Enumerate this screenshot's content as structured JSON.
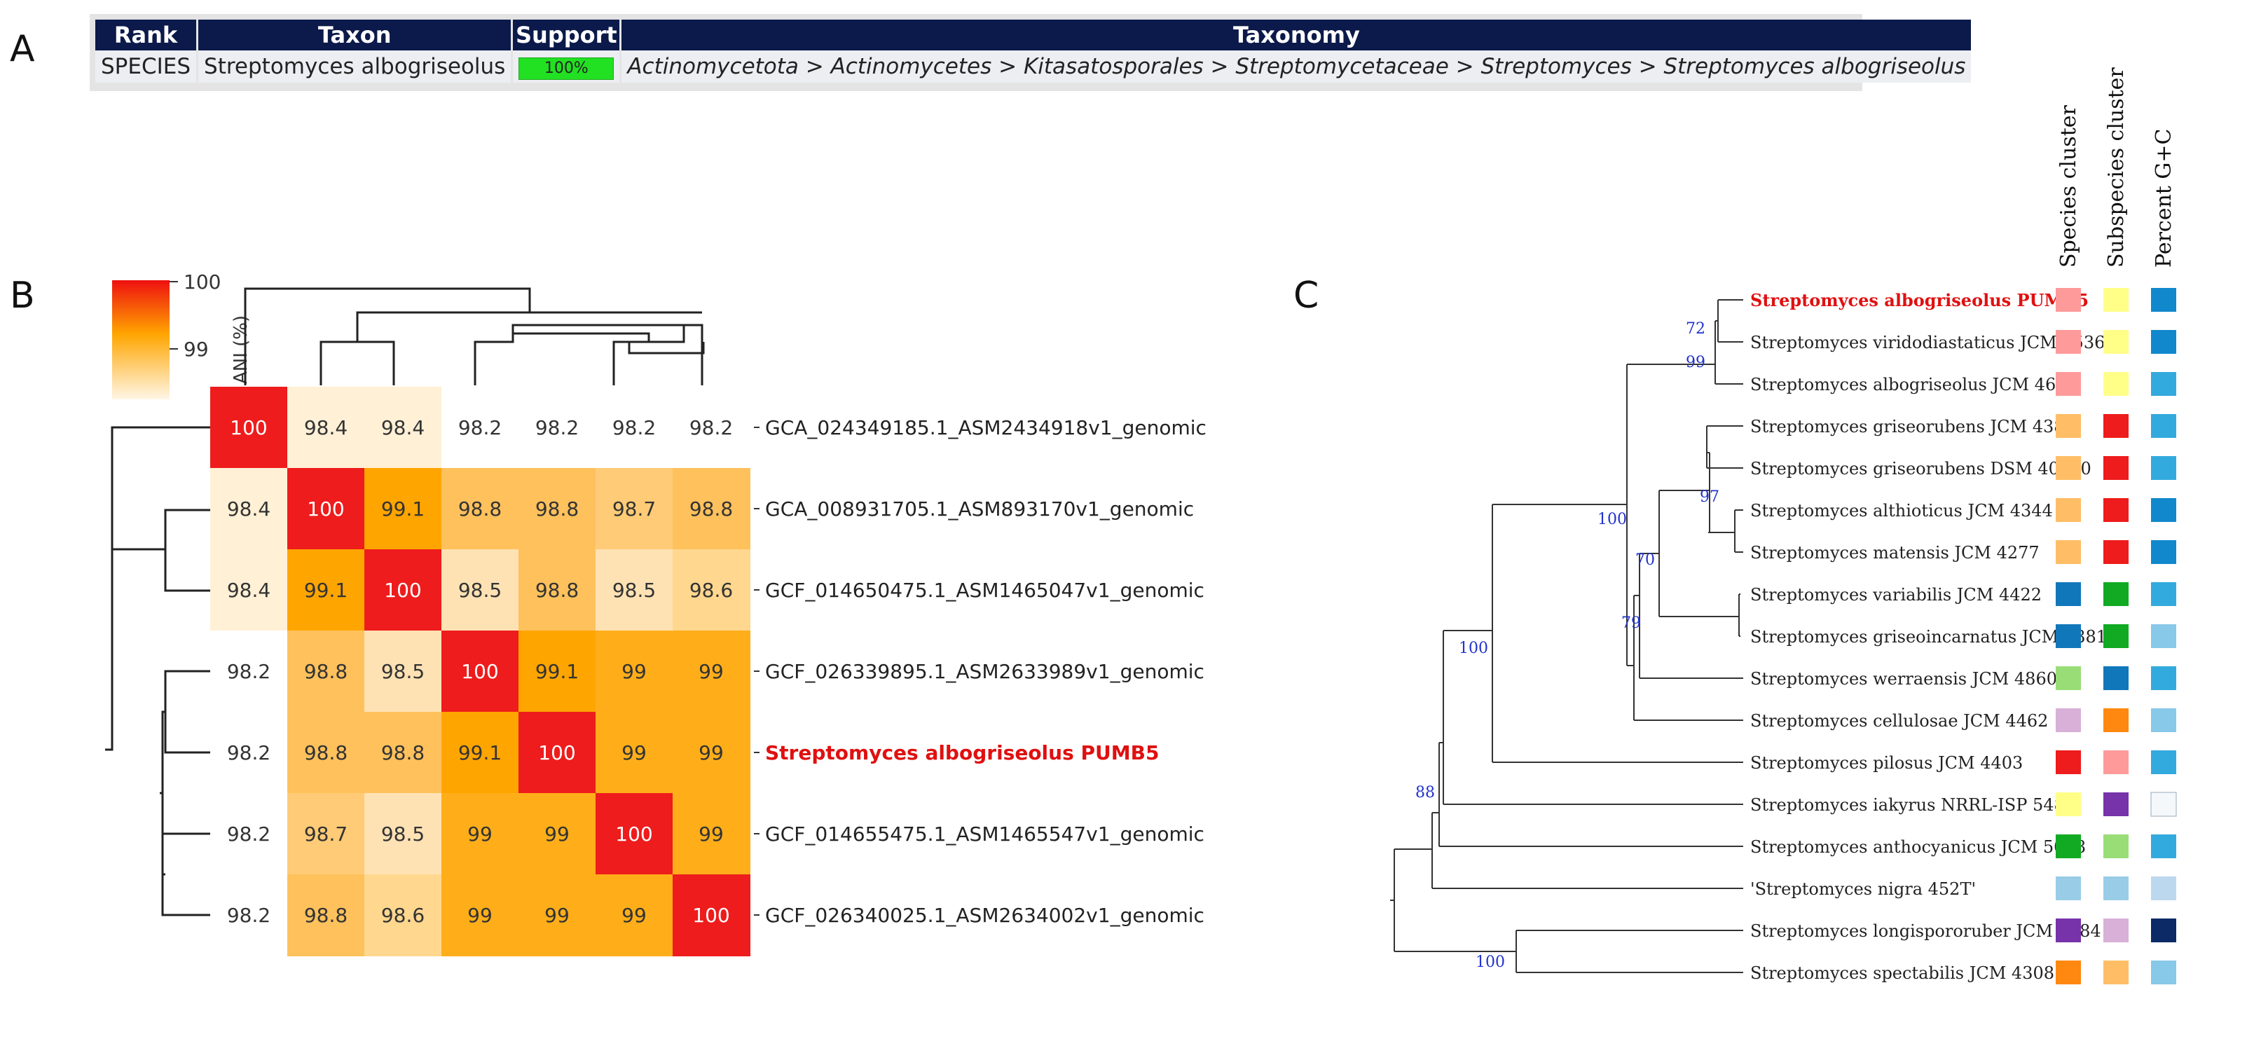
{
  "panels": {
    "a": "A",
    "b": "B",
    "c": "C"
  },
  "taxonomy_table": {
    "headers": [
      "Rank",
      "Taxon",
      "Support",
      "Taxonomy"
    ],
    "row": {
      "rank": "SPECIES",
      "taxon": "Streptomyces albogriseolus",
      "support": "100%",
      "taxonomy": "Actinomycetota > Actinomycetes > Kitasatosporales > Streptomycetaceae > Streptomyces > Streptomyces albogriseolus"
    }
  },
  "heatmap": {
    "colorbar": {
      "label": "ANI (%)",
      "ticks": [
        "100",
        "99"
      ]
    },
    "labels": [
      "GCA_024349185.1_ASM2434918v1_genomic",
      "GCA_008931705.1_ASM893170v1_genomic",
      "GCF_014650475.1_ASM1465047v1_genomic",
      "GCF_026339895.1_ASM2633989v1_genomic",
      "Streptomyces albogriseolus PUMB5",
      "GCF_014655475.1_ASM1465547v1_genomic",
      "GCF_026340025.1_ASM2634002v1_genomic"
    ],
    "highlight_index": 4,
    "matrix": [
      [
        "100",
        "98.4",
        "98.4",
        "98.2",
        "98.2",
        "98.2",
        "98.2"
      ],
      [
        "98.4",
        "100",
        "99.1",
        "98.8",
        "98.8",
        "98.7",
        "98.8"
      ],
      [
        "98.4",
        "99.1",
        "100",
        "98.5",
        "98.8",
        "98.5",
        "98.6"
      ],
      [
        "98.2",
        "98.8",
        "98.5",
        "100",
        "99.1",
        "99",
        "99"
      ],
      [
        "98.2",
        "98.8",
        "98.8",
        "99.1",
        "100",
        "99",
        "99"
      ],
      [
        "98.2",
        "98.7",
        "98.5",
        "99",
        "99",
        "100",
        "99"
      ],
      [
        "98.2",
        "98.8",
        "98.6",
        "99",
        "99",
        "99",
        "100"
      ]
    ],
    "colors": {
      "c100": "#ee1c1c",
      "c99_1": "#ffa500",
      "c99": "#ffae1a",
      "c98_8": "#ffc15c",
      "c98_7": "#ffcb76",
      "c98_6": "#ffd78f",
      "c98_5": "#ffe2b4",
      "c98_4": "#fff0d6"
    }
  },
  "tree": {
    "column_headers": [
      "Species cluster",
      "Subspecies cluster",
      "Percent G+C"
    ],
    "highlight_color": "#e01010",
    "bootstrap_color": "#2233cc",
    "bootstraps": [
      "72",
      "99",
      "100",
      "97",
      "70",
      "79",
      "100",
      "88",
      "100"
    ],
    "leaves": [
      {
        "name": "Streptomyces albogriseolus PUMB5",
        "highlight": true,
        "colors": [
          "#ff9a9a",
          "#ffff88",
          "#1188cc"
        ]
      },
      {
        "name": "Streptomyces viridodiastaticus JCM 4536",
        "colors": [
          "#ff9a9a",
          "#ffff88",
          "#1188cc"
        ]
      },
      {
        "name": "Streptomyces albogriseolus JCM 4616",
        "colors": [
          "#ff9a9a",
          "#ffff88",
          "#33aadd"
        ]
      },
      {
        "name": "Streptomyces griseorubens JCM 4383",
        "colors": [
          "#ffbe66",
          "#ee1c1c",
          "#33aadd"
        ]
      },
      {
        "name": "Streptomyces griseorubens DSM 40160",
        "colors": [
          "#ffbe66",
          "#ee1c1c",
          "#33aadd"
        ]
      },
      {
        "name": "Streptomyces althioticus JCM 4344",
        "colors": [
          "#ffbe66",
          "#ee1c1c",
          "#1188cc"
        ]
      },
      {
        "name": "Streptomyces matensis JCM 4277",
        "colors": [
          "#ffbe66",
          "#ee1c1c",
          "#1188cc"
        ]
      },
      {
        "name": "Streptomyces variabilis JCM 4422",
        "colors": [
          "#1177bb",
          "#11aa22",
          "#33aadd"
        ]
      },
      {
        "name": "Streptomyces griseoincarnatus JCM 4381",
        "colors": [
          "#1177bb",
          "#11aa22",
          "#88c8e8"
        ]
      },
      {
        "name": "Streptomyces werraensis JCM 4860",
        "colors": [
          "#99dd77",
          "#1177bb",
          "#33aadd"
        ]
      },
      {
        "name": "Streptomyces cellulosae JCM 4462",
        "colors": [
          "#d8b0d8",
          "#ff8811",
          "#88c8e8"
        ]
      },
      {
        "name": "Streptomyces pilosus JCM 4403",
        "colors": [
          "#ee1c1c",
          "#ff9a9a",
          "#33aadd"
        ]
      },
      {
        "name": "Streptomyces iakyrus NRRL-ISP 5482",
        "colors": [
          "#ffff88",
          "#7733aa",
          "#f4f8fb"
        ]
      },
      {
        "name": "Streptomyces anthocyanicus JCM 5058",
        "colors": [
          "#11aa22",
          "#99dd77",
          "#33aadd"
        ]
      },
      {
        "name": "'Streptomyces nigra 452T'",
        "colors": [
          "#99cce6",
          "#99cce6",
          "#bcd8ee"
        ]
      },
      {
        "name": "Streptomyces longispororuber JCM 4784",
        "colors": [
          "#7733aa",
          "#d8b0d8",
          "#0b2a66"
        ]
      },
      {
        "name": "Streptomyces spectabilis JCM 4308",
        "colors": [
          "#ff8811",
          "#ffbe66",
          "#88c8e8"
        ]
      }
    ]
  }
}
